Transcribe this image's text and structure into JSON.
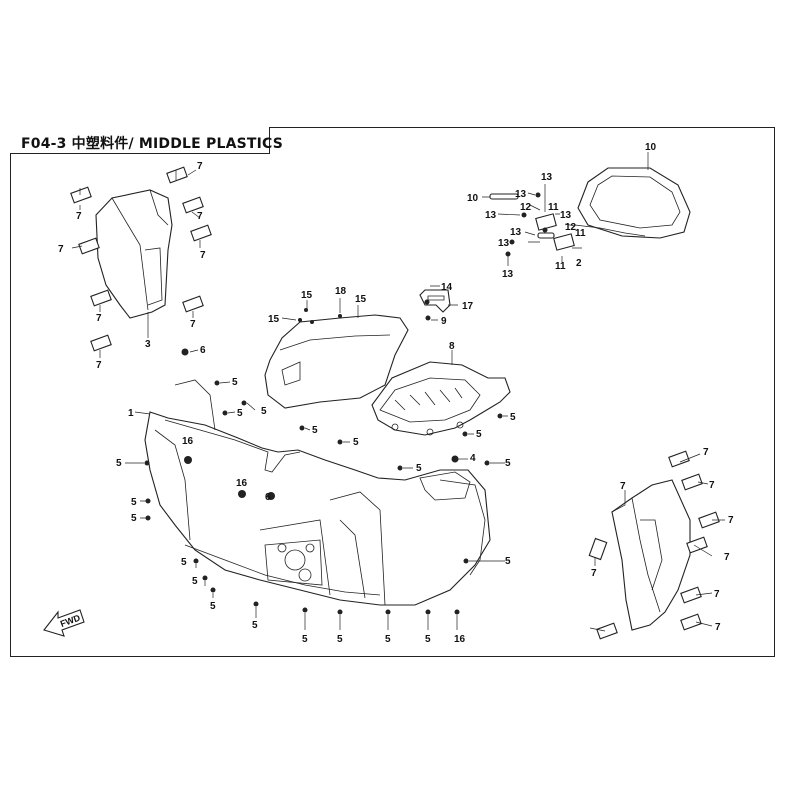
{
  "title": "F04-3 中塑料件/ MIDDLE PLASTICS",
  "fwd_label": "FWD",
  "callouts": [
    {
      "id": "c7a",
      "text": "7"
    },
    {
      "id": "c7b",
      "text": "7"
    },
    {
      "id": "c7c",
      "text": "7"
    },
    {
      "id": "c7d",
      "text": "7"
    },
    {
      "id": "c7e",
      "text": "7"
    },
    {
      "id": "c7f",
      "text": "7"
    },
    {
      "id": "c7g",
      "text": "7"
    },
    {
      "id": "c7h",
      "text": "7"
    },
    {
      "id": "c3",
      "text": "3"
    },
    {
      "id": "c6a",
      "text": "6"
    },
    {
      "id": "c1",
      "text": "1"
    },
    {
      "id": "c5a",
      "text": "5"
    },
    {
      "id": "c5b",
      "text": "5"
    },
    {
      "id": "c5c",
      "text": "5"
    },
    {
      "id": "c5d",
      "text": "5"
    },
    {
      "id": "c5e",
      "text": "5"
    },
    {
      "id": "c5f",
      "text": "5"
    },
    {
      "id": "c5g",
      "text": "5"
    },
    {
      "id": "c5h",
      "text": "5"
    },
    {
      "id": "c5i",
      "text": "5"
    },
    {
      "id": "c5j",
      "text": "5"
    },
    {
      "id": "c5k",
      "text": "5"
    },
    {
      "id": "c5l",
      "text": "5"
    },
    {
      "id": "c5m",
      "text": "5"
    },
    {
      "id": "c5n",
      "text": "5"
    },
    {
      "id": "c5o",
      "text": "5"
    },
    {
      "id": "c5p",
      "text": "5"
    },
    {
      "id": "c5q",
      "text": "5"
    },
    {
      "id": "c5r",
      "text": "5"
    },
    {
      "id": "c5s",
      "text": "5"
    },
    {
      "id": "c5t",
      "text": "5"
    },
    {
      "id": "c5u",
      "text": "5"
    },
    {
      "id": "c16a",
      "text": "16"
    },
    {
      "id": "c16b",
      "text": "16"
    },
    {
      "id": "c16c",
      "text": "16"
    },
    {
      "id": "c6b",
      "text": "6"
    },
    {
      "id": "c4",
      "text": "4"
    },
    {
      "id": "c8",
      "text": "8"
    },
    {
      "id": "c15a",
      "text": "15"
    },
    {
      "id": "c15b",
      "text": "15"
    },
    {
      "id": "c15c",
      "text": "15"
    },
    {
      "id": "c18",
      "text": "18"
    },
    {
      "id": "c14",
      "text": "14"
    },
    {
      "id": "c17",
      "text": "17"
    },
    {
      "id": "c9",
      "text": "9"
    },
    {
      "id": "c10a",
      "text": "10"
    },
    {
      "id": "c10b",
      "text": "10"
    },
    {
      "id": "c13a",
      "text": "13"
    },
    {
      "id": "c13b",
      "text": "13"
    },
    {
      "id": "c13c",
      "text": "13"
    },
    {
      "id": "c13d",
      "text": "13"
    },
    {
      "id": "c13e",
      "text": "13"
    },
    {
      "id": "c13f",
      "text": "13"
    },
    {
      "id": "c13g",
      "text": "13"
    },
    {
      "id": "c12a",
      "text": "12"
    },
    {
      "id": "c12b",
      "text": "12"
    },
    {
      "id": "c11a",
      "text": "11"
    },
    {
      "id": "c11b",
      "text": "11"
    },
    {
      "id": "c11c",
      "text": "11"
    },
    {
      "id": "c2",
      "text": "2"
    },
    {
      "id": "c7i",
      "text": "7"
    },
    {
      "id": "c7j",
      "text": "7"
    },
    {
      "id": "c7k",
      "text": "7"
    },
    {
      "id": "c7l",
      "text": "7"
    },
    {
      "id": "c7m",
      "text": "7"
    },
    {
      "id": "c7n",
      "text": "7"
    },
    {
      "id": "c7o",
      "text": "7"
    },
    {
      "id": "c7p",
      "text": "7"
    }
  ]
}
